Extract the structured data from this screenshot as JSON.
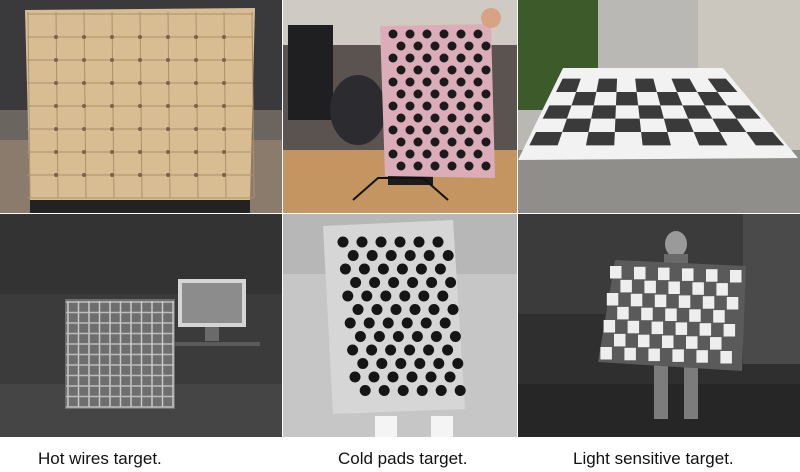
{
  "captions": {
    "hot_wires": "Hot wires target.",
    "cold_pads": "Cold pads target.",
    "light_sensitive": "Light sensitive target."
  }
}
